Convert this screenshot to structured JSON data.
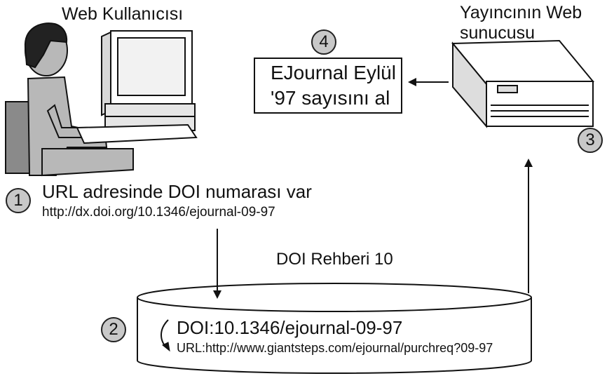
{
  "labels": {
    "user": "Web Kullanıcısı",
    "server_line1": "Yayıncının Web",
    "server_line2": "sunucusu",
    "request_line1": "EJournal Eylül",
    "request_line2": "'97 sayısını al",
    "step1_text": "URL adresinde DOI numarası var",
    "step1_url": "http://dx.doi.org/10.1346/ejournal-09-97",
    "directory": "DOI Rehberi 10",
    "doi_entry": "DOI:10.1346/ejournal-09-97",
    "url_entry": "URL:http://www.giantsteps.com/ejournal/purchreq?09-97"
  },
  "steps": [
    "1",
    "2",
    "3",
    "4"
  ],
  "colors": {
    "figure_dark": "#222222",
    "figure_gray": "#b8b8b8",
    "chair": "#8a8a8a",
    "circle_fill": "#c8c8c8",
    "line": "#111111"
  }
}
